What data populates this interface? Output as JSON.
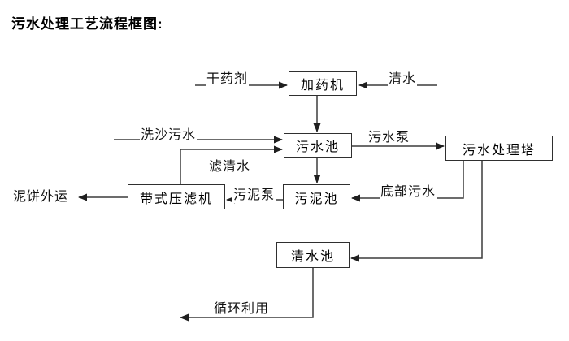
{
  "title": "污水处理工艺流程框图:",
  "colors": {
    "background": "#ffffff",
    "line": "#3c3c3c",
    "arrowhead": "#1f1f1f",
    "box_border": "#2f2f2f",
    "text": "#000000"
  },
  "diagram": {
    "nodes": {
      "dosing_machine": "加药机",
      "sewage_pool": "污水池",
      "treatment_tower": "污水处理塔",
      "sludge_pool": "污泥池",
      "belt_filter_press": "带式压滤机",
      "clean_water_pool": "清水池"
    },
    "labels": {
      "dry_chemical": "干药剂",
      "clean_water": "清水",
      "sand_wash_sewage": "洗沙污水",
      "sewage_pump": "污水泵",
      "filtered_water": "滤清水",
      "mud_cake_outbound": "泥饼外运",
      "sludge_pump": "污泥泵",
      "bottom_sewage": "底部污水",
      "recycle_use": "循环利用"
    }
  }
}
